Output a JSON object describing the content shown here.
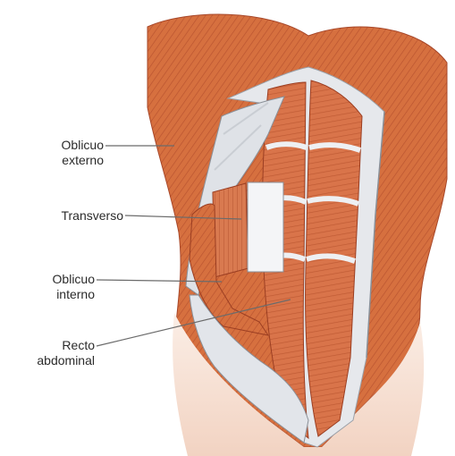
{
  "labels": {
    "obliquo_externo": [
      "Oblicuo",
      "externo"
    ],
    "transverso": [
      "Transverso"
    ],
    "obliquo_interno": [
      "Oblicuo",
      "interno"
    ],
    "recto_abdominal": [
      "Recto",
      "abdominal"
    ]
  },
  "colors": {
    "muscle": "#d9744a",
    "muscle_dark": "#b8532f",
    "fascia": "#e6e8ec",
    "skin": "#f2d3c2",
    "leader_line": "#6b6b6b"
  }
}
